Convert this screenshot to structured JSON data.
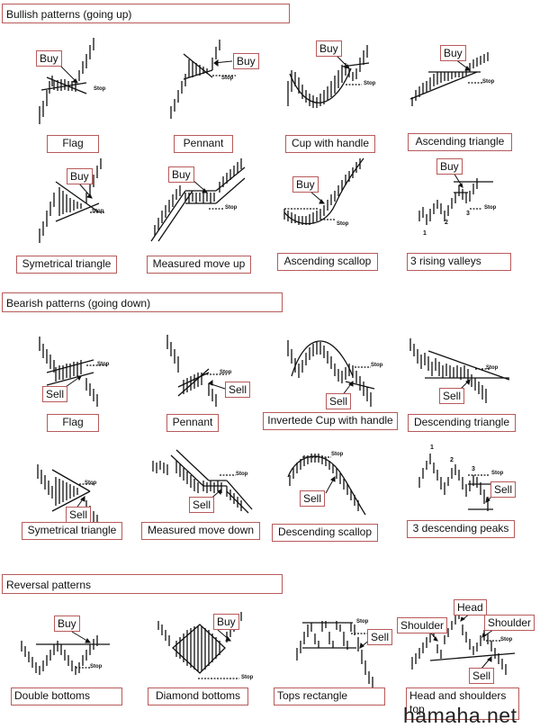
{
  "sections": {
    "bullish": "Bullish patterns (going up)",
    "bearish": "Bearish patterns (going down)",
    "reversal": "Reversal patterns"
  },
  "patterns": {
    "flag_up": "Flag",
    "pennant_up": "Pennant",
    "cup_handle": "Cup with handle",
    "asc_triangle": "Ascending triangle",
    "sym_triangle_up": "Symetrical triangle",
    "measured_up": "Measured move up",
    "asc_scallop": "Ascending scallop",
    "rising_valleys": "3 rising valleys",
    "flag_down": "Flag",
    "pennant_down": "Pennant",
    "inv_cup": "Invertede Cup with handle",
    "desc_triangle": "Descending triangle",
    "sym_triangle_down": "Symetrical triangle",
    "measured_down": "Measured move down",
    "desc_scallop": "Descending scallop",
    "desc_peaks": "3 descending peaks",
    "double_bottoms": "Double bottoms",
    "diamond_bottoms": "Diamond bottoms",
    "tops_rectangle": "Tops rectangle",
    "head_shoulders": "Head and shoulders top"
  },
  "signals": {
    "buy": "Buy",
    "sell": "Sell",
    "stop": "Stop"
  },
  "hs_labels": {
    "shoulder": "Shoulder",
    "head": "Head"
  },
  "digits": {
    "one": "1",
    "two": "2",
    "three": "3"
  },
  "watermark": "hamaha.net"
}
